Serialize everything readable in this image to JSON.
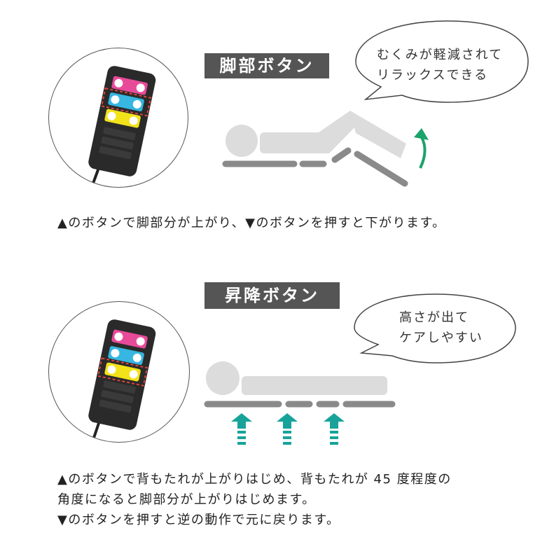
{
  "leg": {
    "label": "脚部ボタン",
    "bubble_line1": "むくみが軽減されて",
    "bubble_line2": "リラックスできる",
    "caption": "▲のボタンで脚部分が上がり、▼のボタンを押すと下がります。"
  },
  "lift": {
    "label": "昇降ボタン",
    "bubble_line1": "高さが出て",
    "bubble_line2": "ケアしやすい",
    "caption_line1": "▲のボタンで背もたれが上がりはじめ、背もたれが 45 度程度の",
    "caption_line2": "角度になると脚部分が上がりはじめます。",
    "caption_line3": "▼のボタンを押すと逆の動作で元に戻ります。"
  },
  "colors": {
    "label_bg": "#555555",
    "figure_gray": "#dcdcdc",
    "bed_gray": "#8a8a8a",
    "arrow_green": "#1aa36a",
    "arrow_teal": "#17a39a",
    "remote_pink": "#e84a9a",
    "remote_blue": "#36b6e0",
    "remote_yellow": "#f2e21a",
    "highlight_red": "#e0443a"
  }
}
